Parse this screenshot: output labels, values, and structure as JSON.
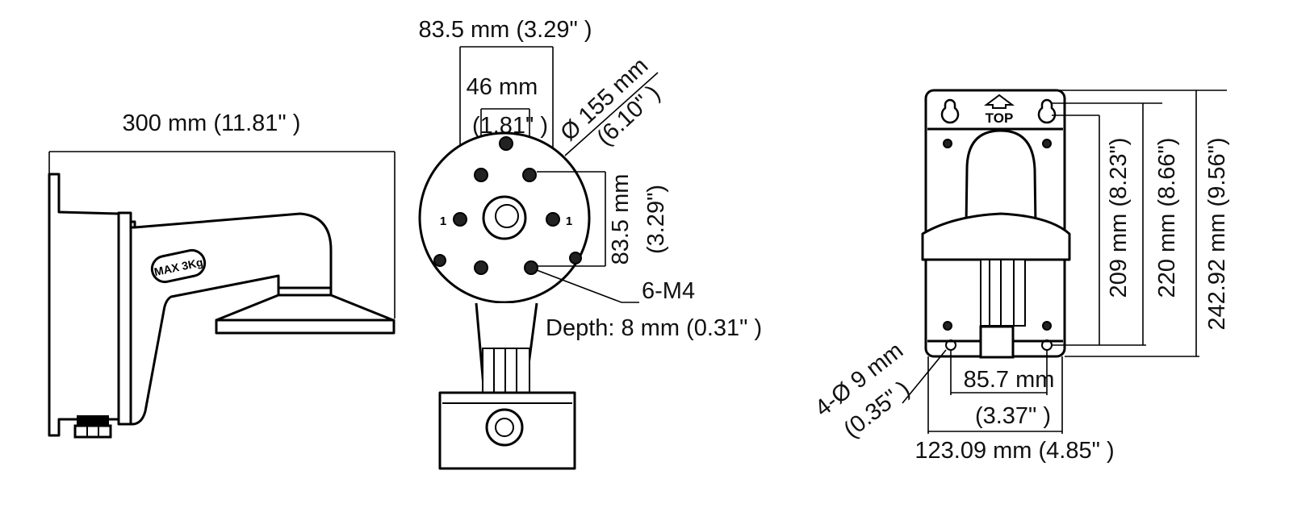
{
  "side_view": {
    "width_dim": "300 mm (11.81\" )",
    "load_label": "MAX 3Kg"
  },
  "front_view": {
    "outer_hole_spacing": "83.5 mm (3.29\" )",
    "inner_hole_spacing_mm": "46 mm",
    "inner_hole_spacing_in": "(1.81\" )",
    "diameter_mm": "Ø 155 mm",
    "diameter_in": "(6.10\" )",
    "vertical_spacing_mm": "83.5 mm",
    "vertical_spacing_in": "(3.29\")",
    "screw_spec": "6-M4",
    "depth": "Depth: 8 mm (0.31\" )",
    "hole_marks": [
      "1",
      "1"
    ]
  },
  "back_view": {
    "top_label": "TOP",
    "height_209": "209 mm (8.23\")",
    "height_220": "220 mm (8.66\")",
    "height_total": "242.92 mm (9.56\")",
    "hole_spec_mm": "4-Ø 9 mm",
    "hole_spec_in": "(0.35\" )",
    "hole_spacing_mm": "85.7 mm",
    "hole_spacing_in": "(3.37\" )",
    "width_total": "123.09 mm (4.85\" )"
  }
}
